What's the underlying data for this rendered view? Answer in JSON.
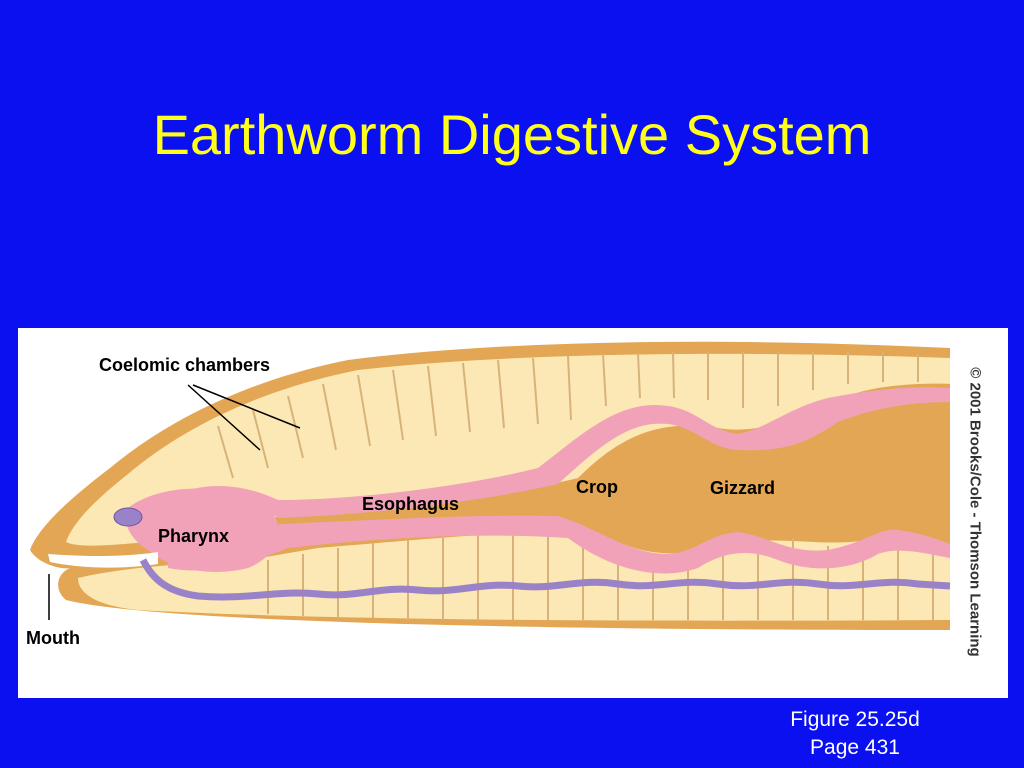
{
  "slide": {
    "title": "Earthworm Digestive System"
  },
  "diagram": {
    "labels": {
      "coelomic": "Coelomic chambers",
      "pharynx": "Pharynx",
      "esophagus": "Esophagus",
      "crop": "Crop",
      "gizzard": "Gizzard",
      "mouth": "Mouth"
    },
    "copyright": "© 2001 Brooks/Cole - Thomson Learning",
    "colors": {
      "background": "#0a10f0",
      "title": "#ffff1a",
      "body_wall": "#e3a654",
      "tissue": "#fbe8b4",
      "gut": "#f2a2b8",
      "nerve_cord": "#9a82c9"
    }
  },
  "caption": {
    "figure": "Figure 25.25d",
    "page": "Page 431"
  }
}
